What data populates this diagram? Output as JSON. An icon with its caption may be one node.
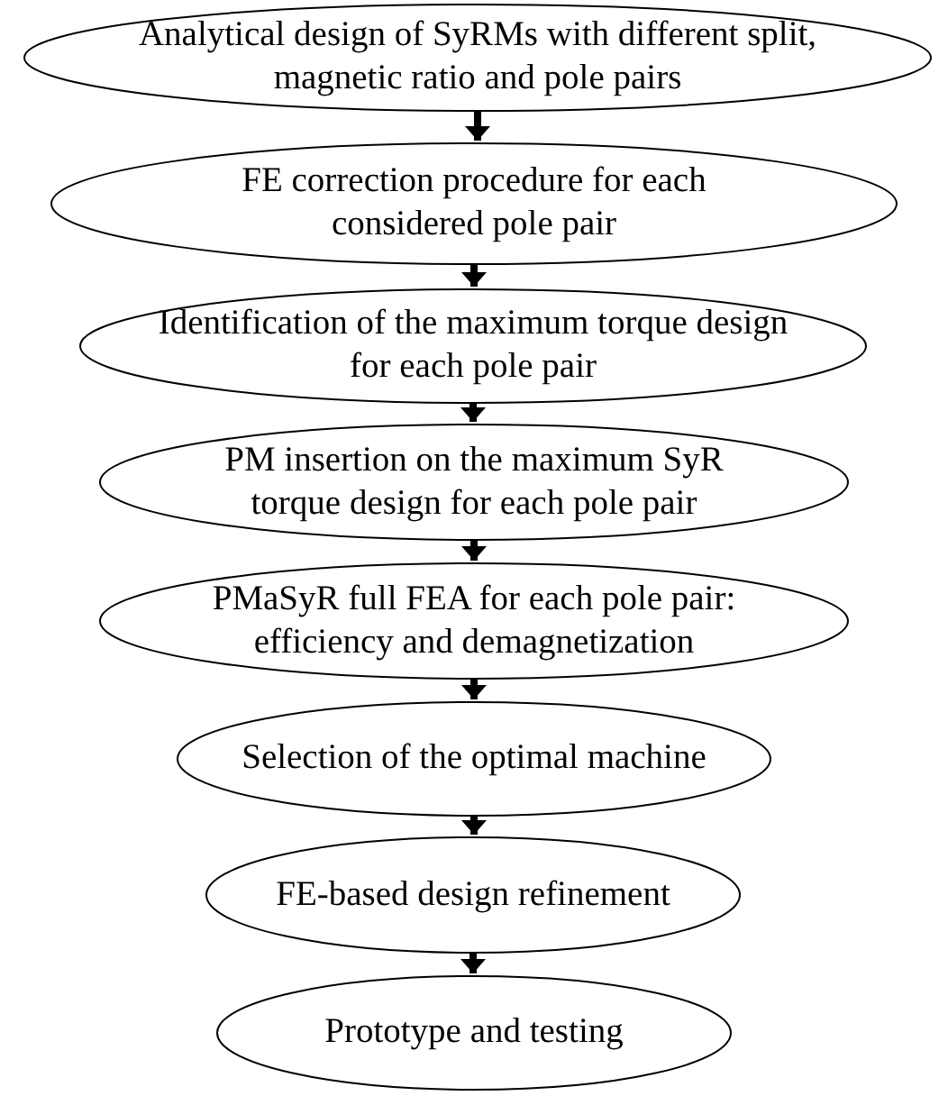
{
  "diagram": {
    "nodes": [
      {
        "text": [
          "Analytical design of SyRMs with different split, magnetic ratio and pole pairs"
        ]
      },
      {
        "text": [
          "FE correction procedure for each considered pole pair"
        ]
      },
      {
        "text": [
          "Identification of the maximum torque design for each pole pair"
        ]
      },
      {
        "text": [
          "PM insertion on the maximum SyR torque design for each pole pair"
        ]
      },
      {
        "text": [
          "PMaSyR full FEA for each pole pair: efficiency and demagnetization"
        ]
      },
      {
        "text": [
          "Selection of the optimal machine"
        ]
      },
      {
        "text": [
          "FE-based design refinement"
        ]
      },
      {
        "text": [
          "Prototype and testing"
        ]
      }
    ],
    "edges": [
      {
        "from": 0,
        "to": 1,
        "arrow": "to"
      },
      {
        "from": 1,
        "to": 2,
        "arrow": "to"
      },
      {
        "from": 2,
        "to": 3,
        "arrow": "to"
      },
      {
        "from": 3,
        "to": 4,
        "arrow": "to"
      },
      {
        "from": 4,
        "to": 5,
        "arrow": "to"
      },
      {
        "from": 5,
        "to": 6,
        "arrow": "to"
      },
      {
        "from": 6,
        "to": 7,
        "arrow": "to"
      }
    ]
  }
}
